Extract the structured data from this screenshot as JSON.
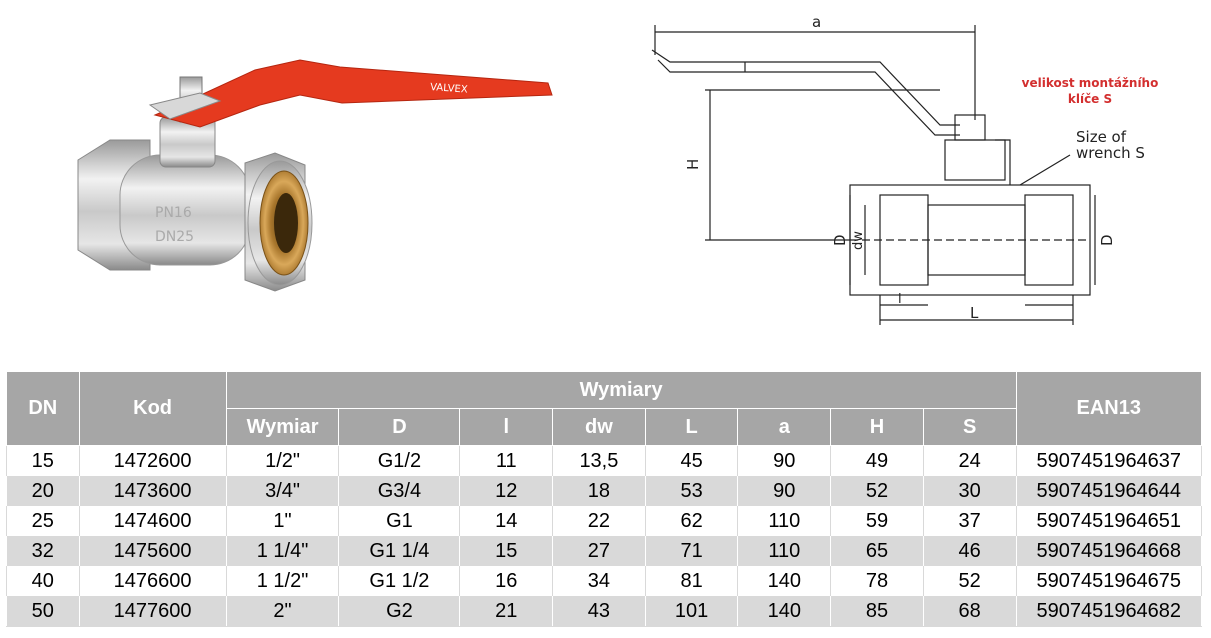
{
  "photo": {
    "handle_brand": "VALVEX",
    "body_marking_1": "PN16",
    "body_marking_2": "DN25"
  },
  "drawing": {
    "label_a": "a",
    "label_H": "H",
    "label_D_left": "D",
    "label_dw": "dw",
    "label_D_right": "D",
    "label_l": "l",
    "label_L": "L",
    "wrench_line1": "Size of",
    "wrench_line2": "wrench S"
  },
  "note": {
    "line1": "velikost montážního",
    "line2": "klíče S",
    "color": "#d32f2f"
  },
  "table": {
    "header_top": {
      "dn": "DN",
      "kod": "Kod",
      "wymiary": "Wymiary",
      "ean": "EAN13"
    },
    "header_sub": [
      "Wymiar",
      "D",
      "l",
      "dw",
      "L",
      "a",
      "H",
      "S"
    ],
    "rows": [
      [
        "15",
        "1472600",
        "1/2\"",
        "G1/2",
        "11",
        "13,5",
        "45",
        "90",
        "49",
        "24",
        "5907451964637"
      ],
      [
        "20",
        "1473600",
        "3/4\"",
        "G3/4",
        "12",
        "18",
        "53",
        "90",
        "52",
        "30",
        "5907451964644"
      ],
      [
        "25",
        "1474600",
        "1\"",
        "G1",
        "14",
        "22",
        "62",
        "110",
        "59",
        "37",
        "5907451964651"
      ],
      [
        "32",
        "1475600",
        "1 1/4\"",
        "G1 1/4",
        "15",
        "27",
        "71",
        "110",
        "65",
        "46",
        "5907451964668"
      ],
      [
        "40",
        "1476600",
        "1 1/2\"",
        "G1 1/2",
        "16",
        "34",
        "81",
        "140",
        "78",
        "52",
        "5907451964675"
      ],
      [
        "50",
        "1477600",
        "2\"",
        "G2",
        "21",
        "43",
        "101",
        "140",
        "85",
        "68",
        "5907451964682"
      ]
    ]
  },
  "colors": {
    "header_bg": "#a6a6a6",
    "stripe": "#d9d9d9",
    "handle": "#e53a1f"
  }
}
